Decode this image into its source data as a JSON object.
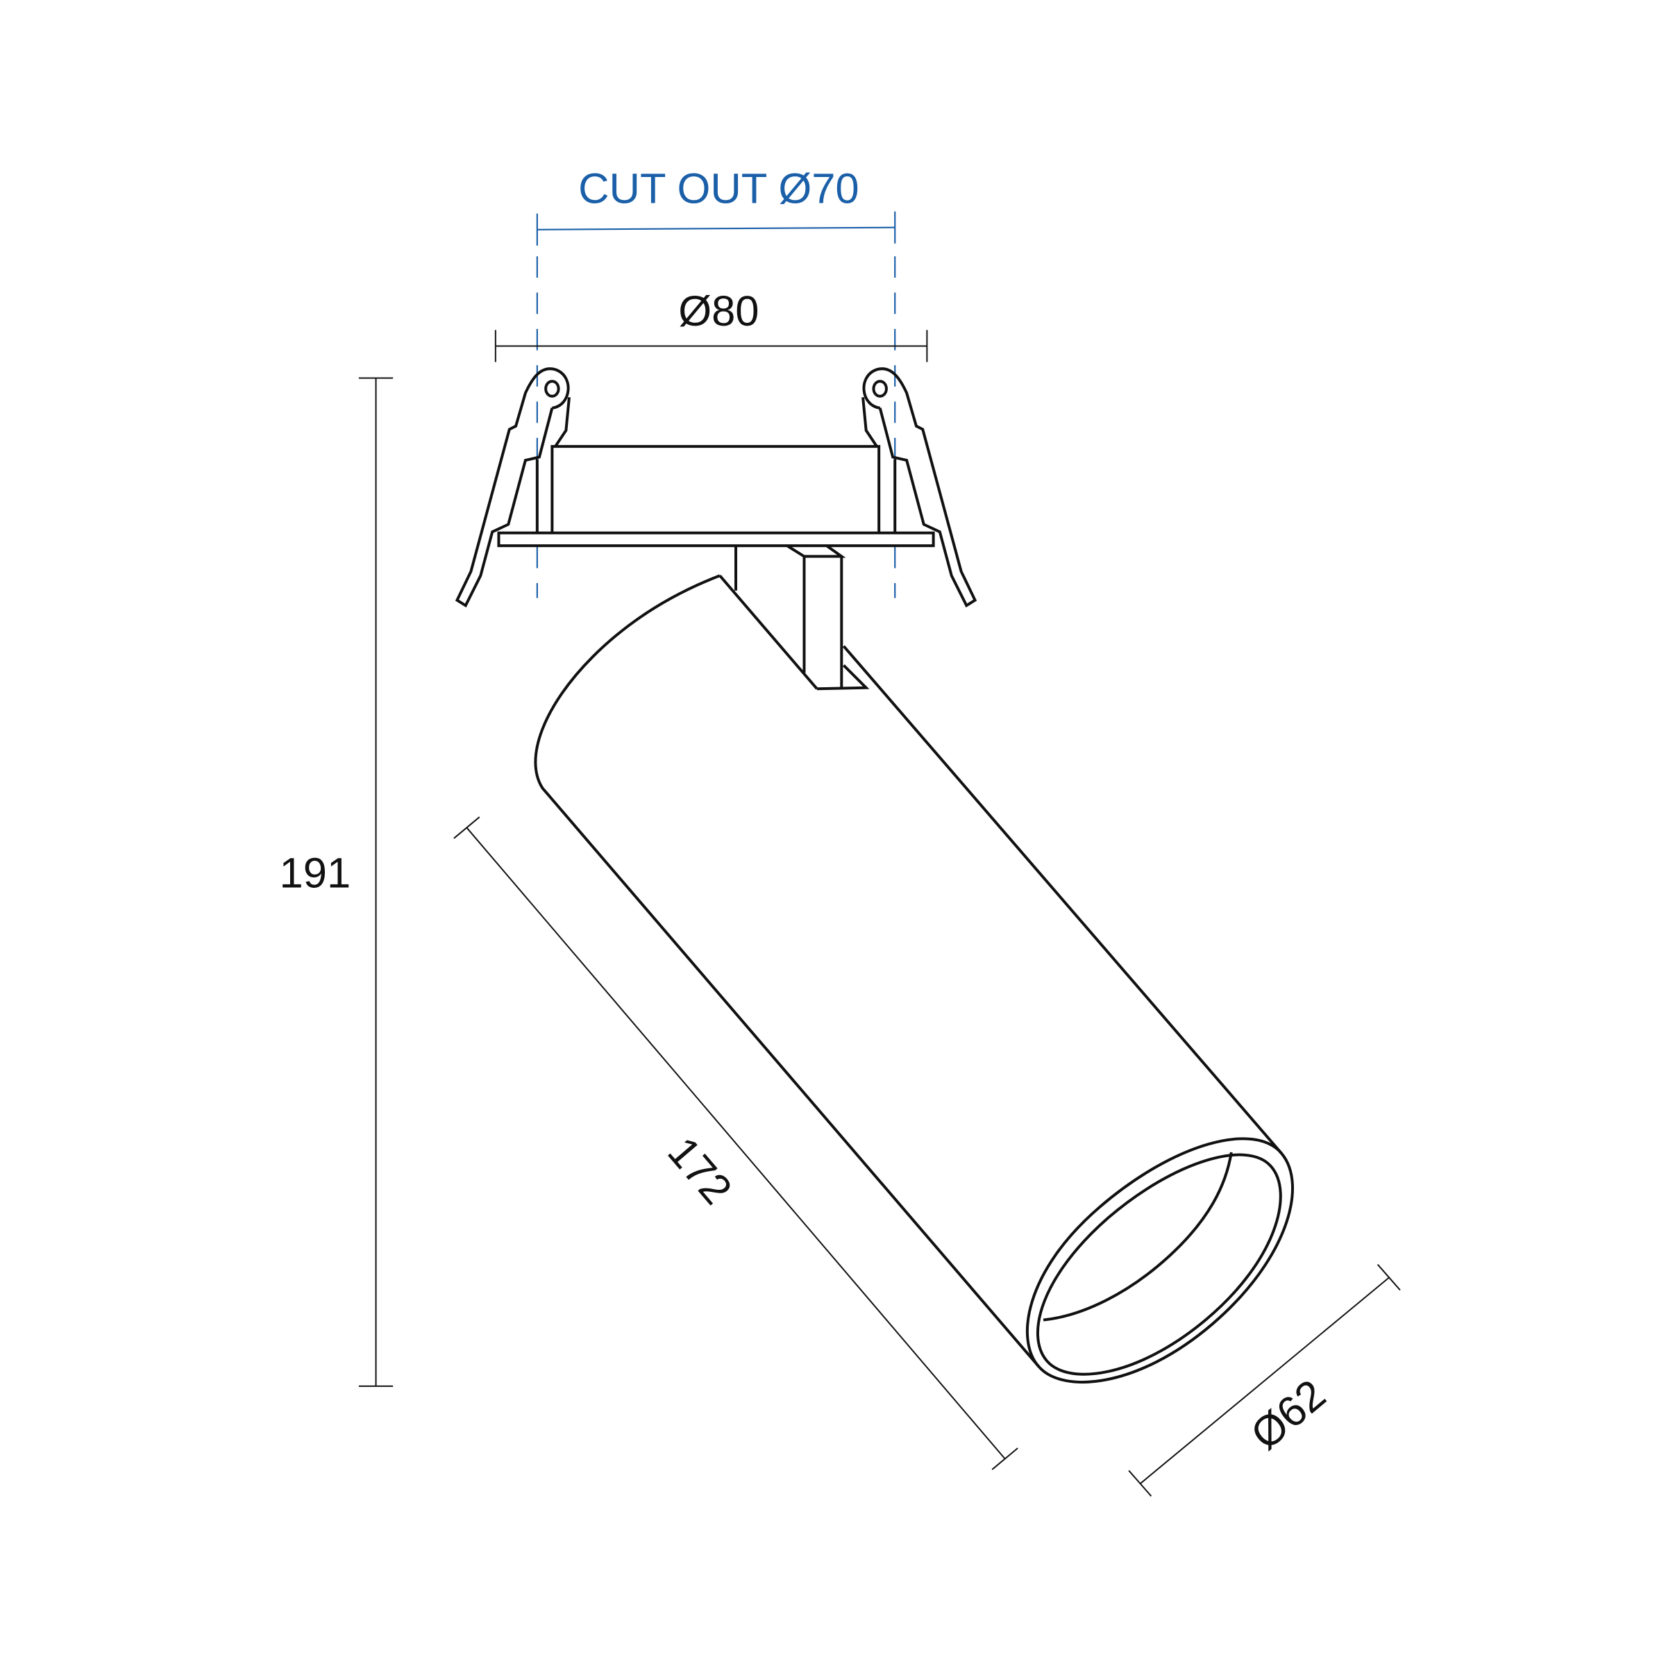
{
  "drawing": {
    "cutout_label": "CUT OUT Ø70",
    "outer_diameter": "Ø80",
    "total_height": "191",
    "body_length": "172",
    "lens_diameter": "Ø62"
  },
  "colors": {
    "line": "#111111",
    "cutout_accent": "#1a5fa8"
  }
}
